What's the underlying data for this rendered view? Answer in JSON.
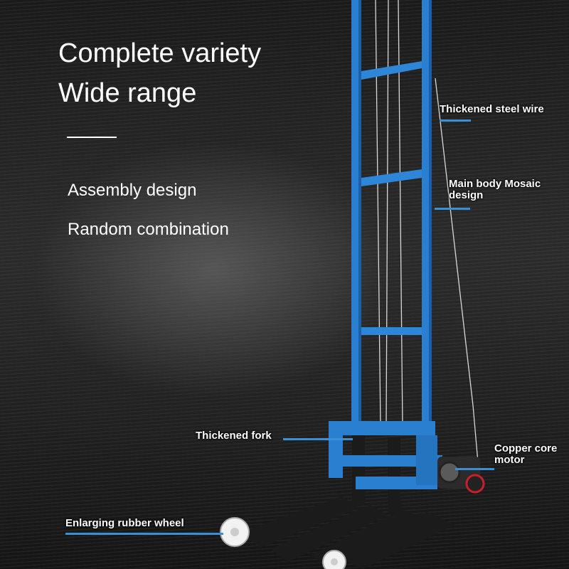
{
  "headline": {
    "line1": "Complete variety",
    "line2": "Wide range"
  },
  "features": [
    "Assembly design",
    "Random combination"
  ],
  "callouts": {
    "wire": "Thickened steel wire",
    "body_line1": "Main body Mosaic",
    "body_line2": "design",
    "fork": "Thickened fork",
    "motor_line1": "Copper core",
    "motor_line2": "motor",
    "wheel": "Enlarging rubber wheel"
  },
  "colors": {
    "frame_blue": "#2a7fd0",
    "leader_blue": "#3a8fd6",
    "fork_black": "#1b1b1b",
    "text": "#ffffff"
  }
}
